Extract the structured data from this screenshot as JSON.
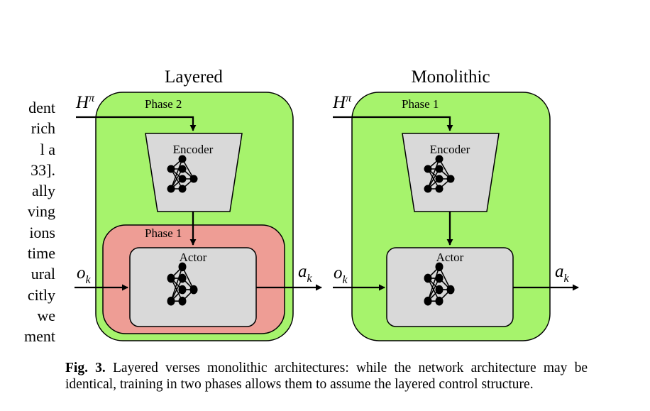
{
  "left_column_lines": [
    "dent",
    "rich",
    "l a",
    "33].",
    "ally",
    "ving",
    "ions",
    "time",
    "ural",
    "citly",
    "we",
    "ment"
  ],
  "panels": {
    "layered": {
      "title": "Layered",
      "outer_phase": "Phase 2",
      "inner_phase": "Phase 1",
      "encoder": "Encoder",
      "actor": "Actor",
      "input_h": "H",
      "input_h_sup": "π",
      "input_o": "o",
      "input_o_sub": "k",
      "output_a": "a",
      "output_a_sub": "k"
    },
    "monolithic": {
      "title": "Monolithic",
      "outer_phase": "Phase 1",
      "encoder": "Encoder",
      "actor": "Actor",
      "input_h": "H",
      "input_h_sup": "π",
      "input_o": "o",
      "input_o_sub": "k",
      "output_a": "a",
      "output_a_sub": "k"
    }
  },
  "colors": {
    "green": "#a6f36c",
    "red": "#ee9d95",
    "gray": "#d9d9d9"
  },
  "caption": {
    "label": "Fig. 3.",
    "text": "Layered verses monolithic architectures: while the network architecture may be identical, training in two phases allows them to assume the layered control structure."
  }
}
